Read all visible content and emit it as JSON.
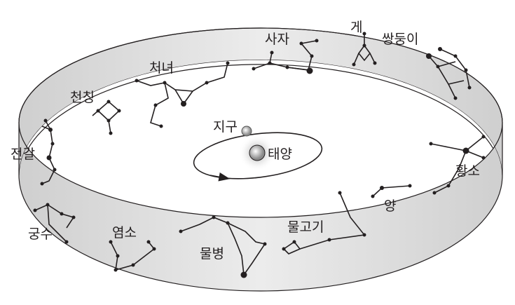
{
  "title": "황도 12궁",
  "center": {
    "earth": "지구",
    "sun": "태양"
  },
  "constellations": {
    "leo": "사자",
    "cancer": "게",
    "gemini": "쌍둥이",
    "virgo": "처녀",
    "libra": "천칭",
    "scorpio": "전갈",
    "sagittarius": "궁수",
    "capricorn": "염소",
    "aquarius": "물병",
    "pisces": "물고기",
    "aries": "양",
    "taurus": "황소"
  },
  "colors": {
    "band": "#d9d9d9",
    "line": "#231f20"
  }
}
